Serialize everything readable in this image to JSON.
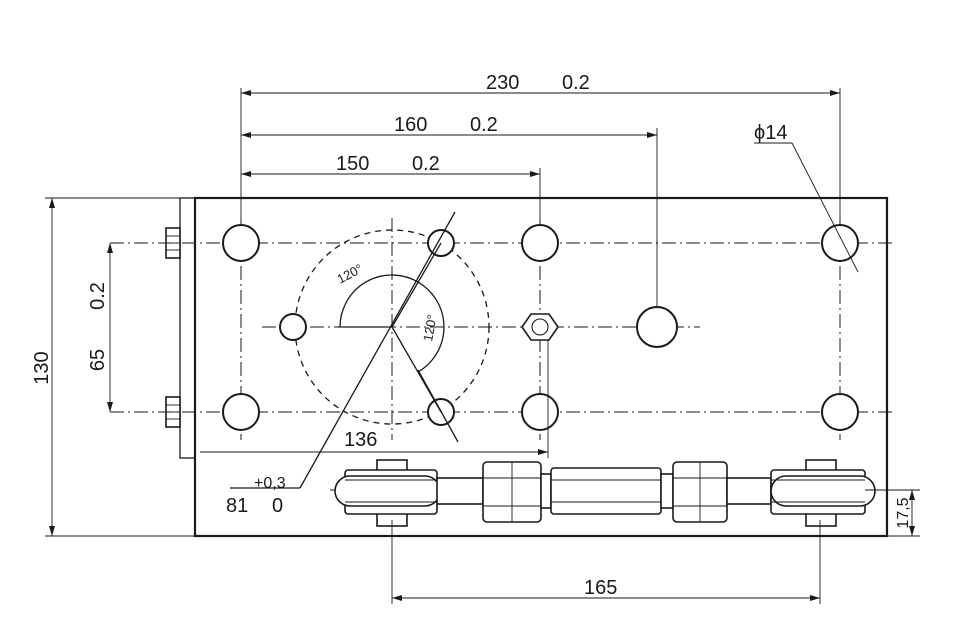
{
  "dimensions": {
    "width_total": "230",
    "width_total_tol": "0.2",
    "width_160": "160",
    "width_160_tol": "0.2",
    "width_150": "150",
    "width_150_tol": "0.2",
    "hole_dia": "ϕ14",
    "height_total": "130",
    "height_65": "65",
    "height_65_tol": "0.2",
    "dim_136": "136",
    "dim_81": "81",
    "dim_81_tol_upper": "+0,3",
    "dim_81_tol_lower": "0",
    "angle_1": "120°",
    "angle_2": "120°",
    "rod_span": "165",
    "offset_bottom": "17,5"
  }
}
